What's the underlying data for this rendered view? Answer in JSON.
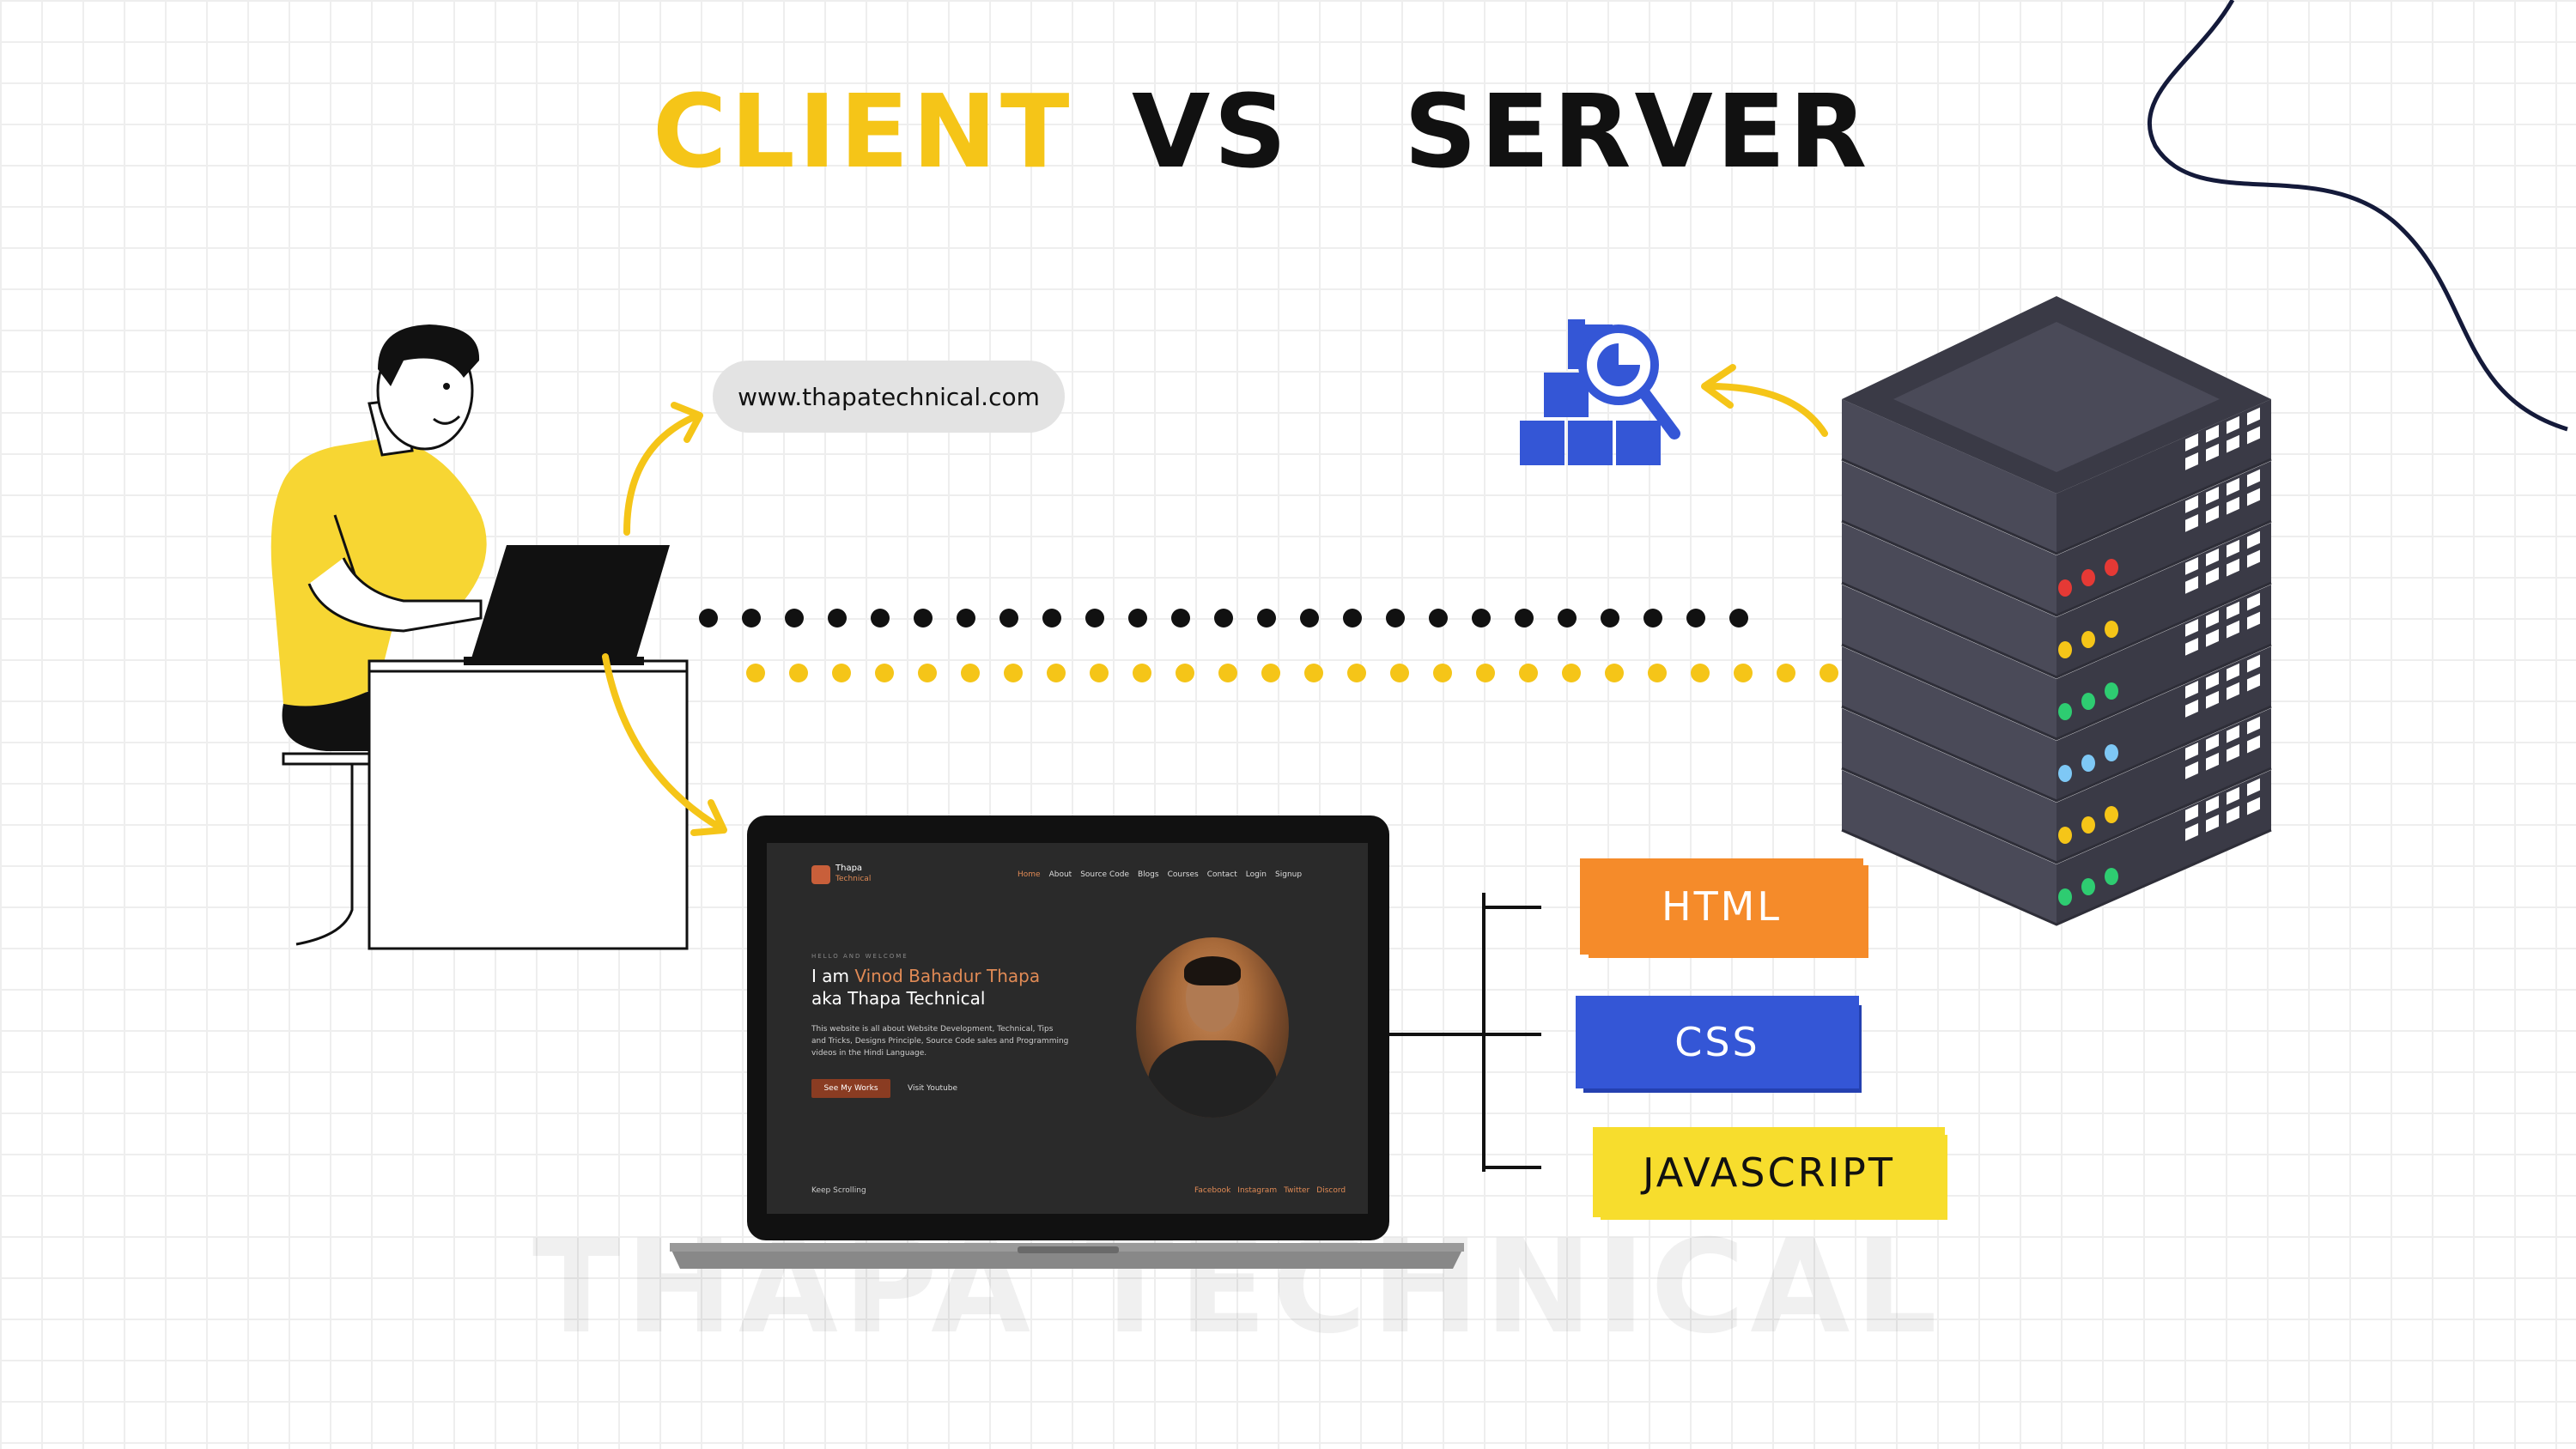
{
  "title": {
    "client": "CLIENT",
    "vs": "VS",
    "server": "SERVER"
  },
  "url": "www.thapatechnical.com",
  "tags": {
    "html": "HTML",
    "css": "CSS",
    "javascript": "JAVASCRIPT"
  },
  "watermark": "THAPA TECHNICAL",
  "website": {
    "brand": "Thapa",
    "brand_sub": "Technical",
    "nav": [
      "Home",
      "About",
      "Source Code",
      "Blogs",
      "Courses",
      "Contact",
      "Login",
      "Signup"
    ],
    "hello": "HELLO AND WELCOME",
    "headline_prefix": "I am ",
    "headline_name": "Vinod Bahadur Thapa",
    "headline_line2": "aka Thapa Technical",
    "description": "This website is all about Website Development, Technical, Tips and Tricks, Designs Principle, Source Code sales and Programming videos in the Hindi Language.",
    "primary_button": "See My Works",
    "secondary_link": "Visit Youtube",
    "scroll_text": "Keep Scrolling",
    "social": [
      "Facebook",
      "Instagram",
      "Twitter",
      "Discord"
    ]
  },
  "colors": {
    "accent_yellow": "#f5c518",
    "html": "#f58b2a",
    "css": "#3456d6",
    "javascript": "#f7dd2d",
    "server": "#4a4a58"
  }
}
